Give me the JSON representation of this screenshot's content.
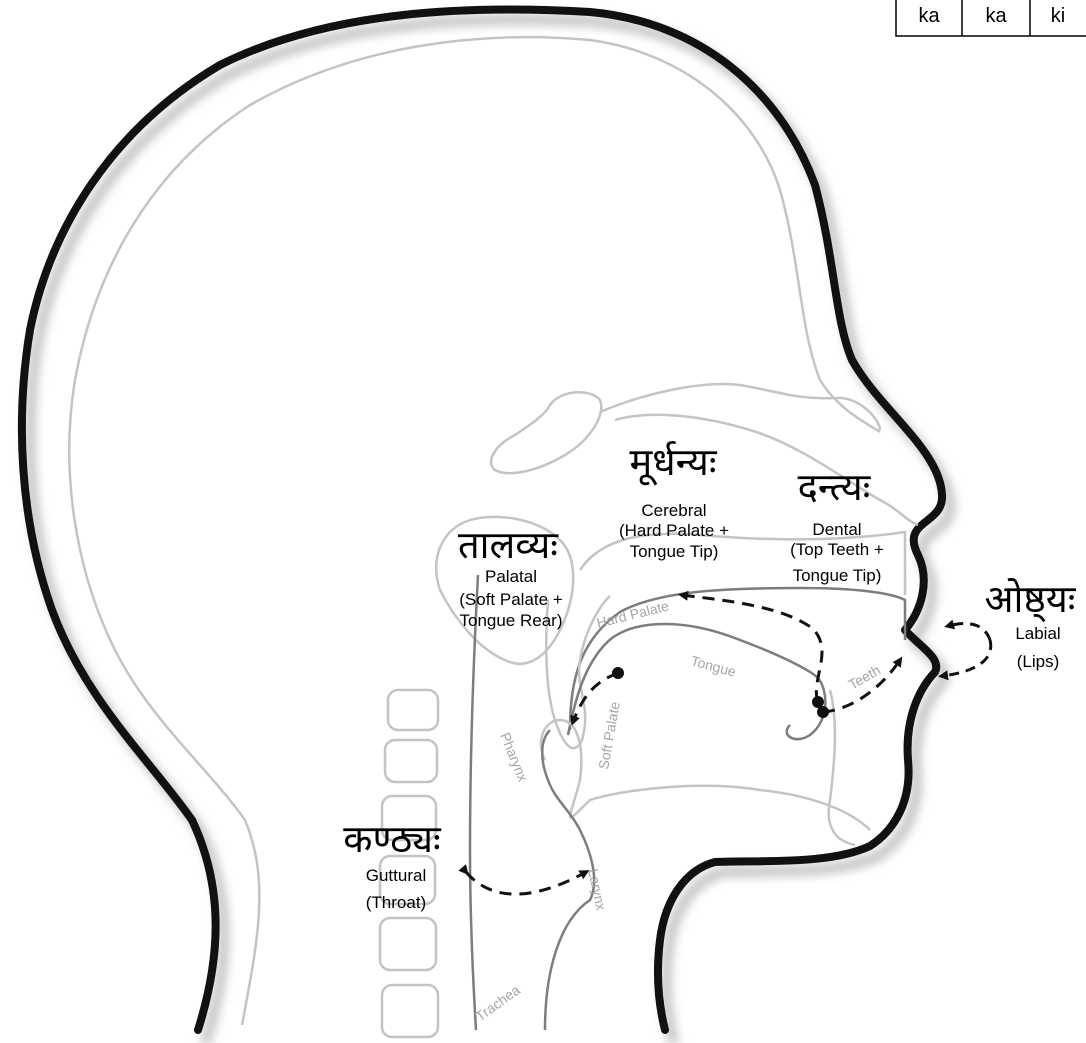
{
  "header_table": {
    "cells": [
      "ka",
      "ka",
      "ki"
    ]
  },
  "categories": {
    "guttural": {
      "sanskrit": "कण्ठ्यः",
      "english": "Guttural",
      "note": "(Throat)"
    },
    "palatal": {
      "sanskrit": "तालव्यः",
      "english": "Palatal",
      "note_line1": "(Soft Palate +",
      "note_line2": "Tongue Rear)"
    },
    "cerebral": {
      "sanskrit": "मूर्धन्यः",
      "english": "Cerebral",
      "note_line1": "(Hard Palate +",
      "note_line2": "Tongue Tip)"
    },
    "dental": {
      "sanskrit": "दन्त्यः",
      "english": "Dental",
      "note_line1": "(Top Teeth +",
      "note_line2": "Tongue Tip)"
    },
    "labial": {
      "sanskrit": "ओष्ठ्यः",
      "english": "Labial",
      "note": "(Lips)"
    }
  },
  "anatomy": {
    "hard_palate": "Hard Palate",
    "soft_palate": "Soft Palate",
    "tongue": "Tongue",
    "teeth": "Teeth",
    "pharynx": "Pharynx",
    "larynx": "Larynx",
    "trachea": "Trachea"
  },
  "colors": {
    "outline": "#111111",
    "shadow": "#9a9a9a",
    "light_gray": "#c4c4c4",
    "mid_gray": "#7d7d7d"
  }
}
